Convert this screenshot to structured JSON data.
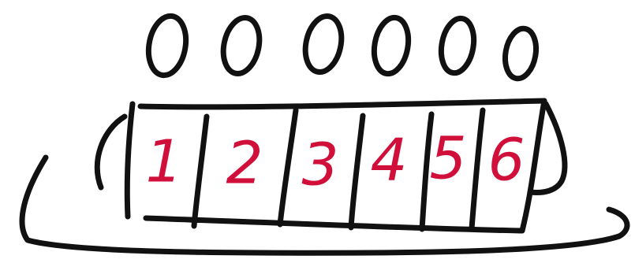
{
  "diagram": {
    "slots": [
      "0",
      "0",
      "0",
      "0",
      "0",
      "0"
    ],
    "cells": [
      "1",
      "2",
      "3",
      "4",
      "5",
      "6"
    ],
    "colors": {
      "ink": "#111111",
      "digits": "#d0103a",
      "background": "#ffffff"
    }
  }
}
